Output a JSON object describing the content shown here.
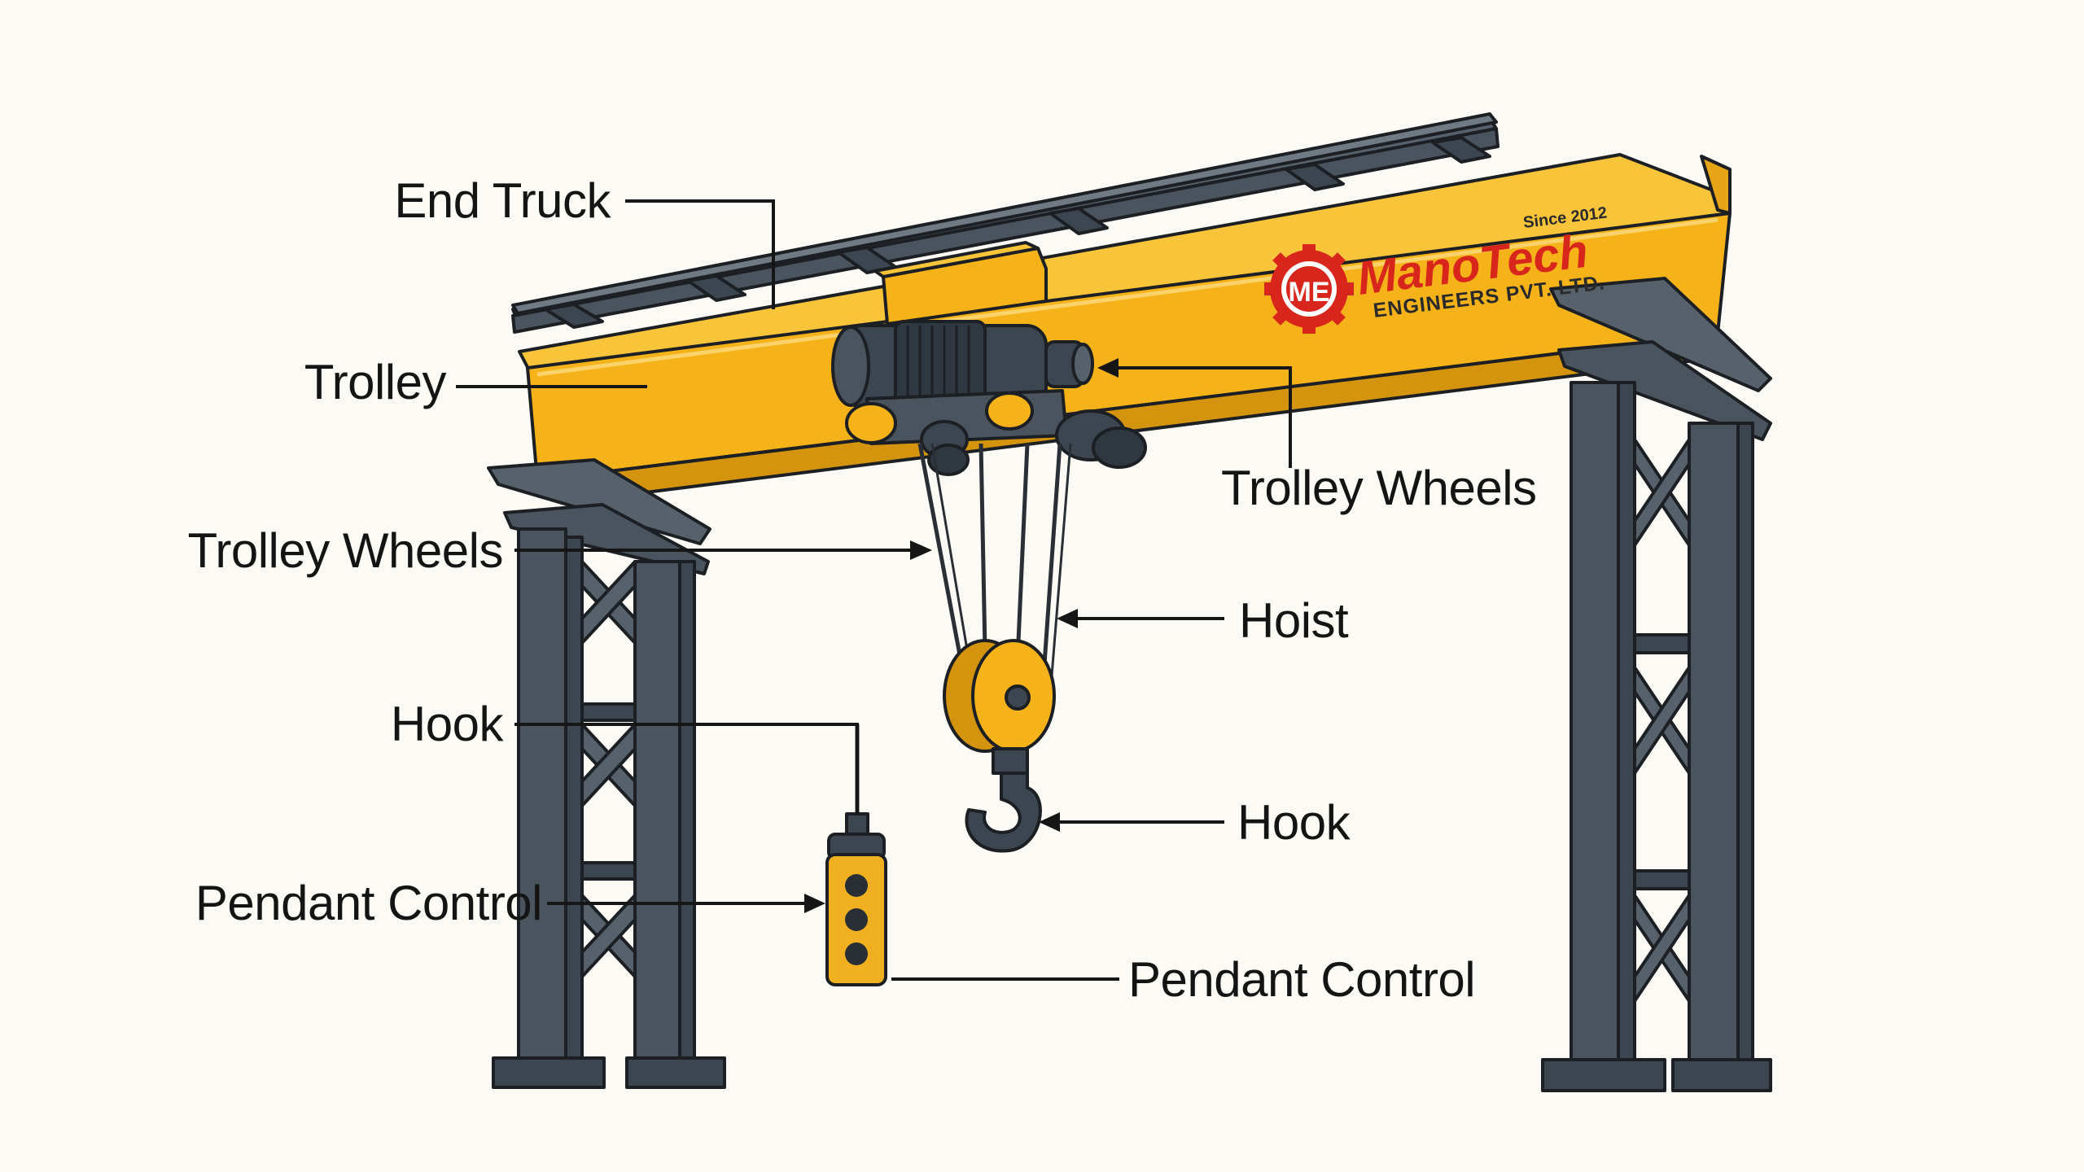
{
  "brand": {
    "name": "ManoTech",
    "subtitle": "ENGINEERS PVT. LTD.",
    "since": "Since 2012",
    "monogram": "ME",
    "primary_color": "#d9261c"
  },
  "colors": {
    "girder": "#f5b319",
    "girder_shadow": "#d4940d",
    "steel": "#4a545e",
    "pendant": "#f0b020"
  },
  "labels": [
    {
      "id": "end-truck",
      "text": "End Truck",
      "target": "end-truck"
    },
    {
      "id": "trolley",
      "text": "Trolley",
      "target": "trolley"
    },
    {
      "id": "trolley-wheels-left",
      "text": "Trolley Wheels",
      "target": "trolley-wheels"
    },
    {
      "id": "hook-left",
      "text": "Hook",
      "target": "pendant-cable"
    },
    {
      "id": "pendant-control-left",
      "text": "Pendant Control",
      "target": "pendant-control"
    },
    {
      "id": "trolley-wheels-right",
      "text": "Trolley Wheels",
      "target": "trolley-wheels"
    },
    {
      "id": "hoist",
      "text": "Hoist",
      "target": "hoist-ropes"
    },
    {
      "id": "hook-right",
      "text": "Hook",
      "target": "hook"
    },
    {
      "id": "pendant-control-right",
      "text": "Pendant Control",
      "target": "pendant-control"
    }
  ]
}
